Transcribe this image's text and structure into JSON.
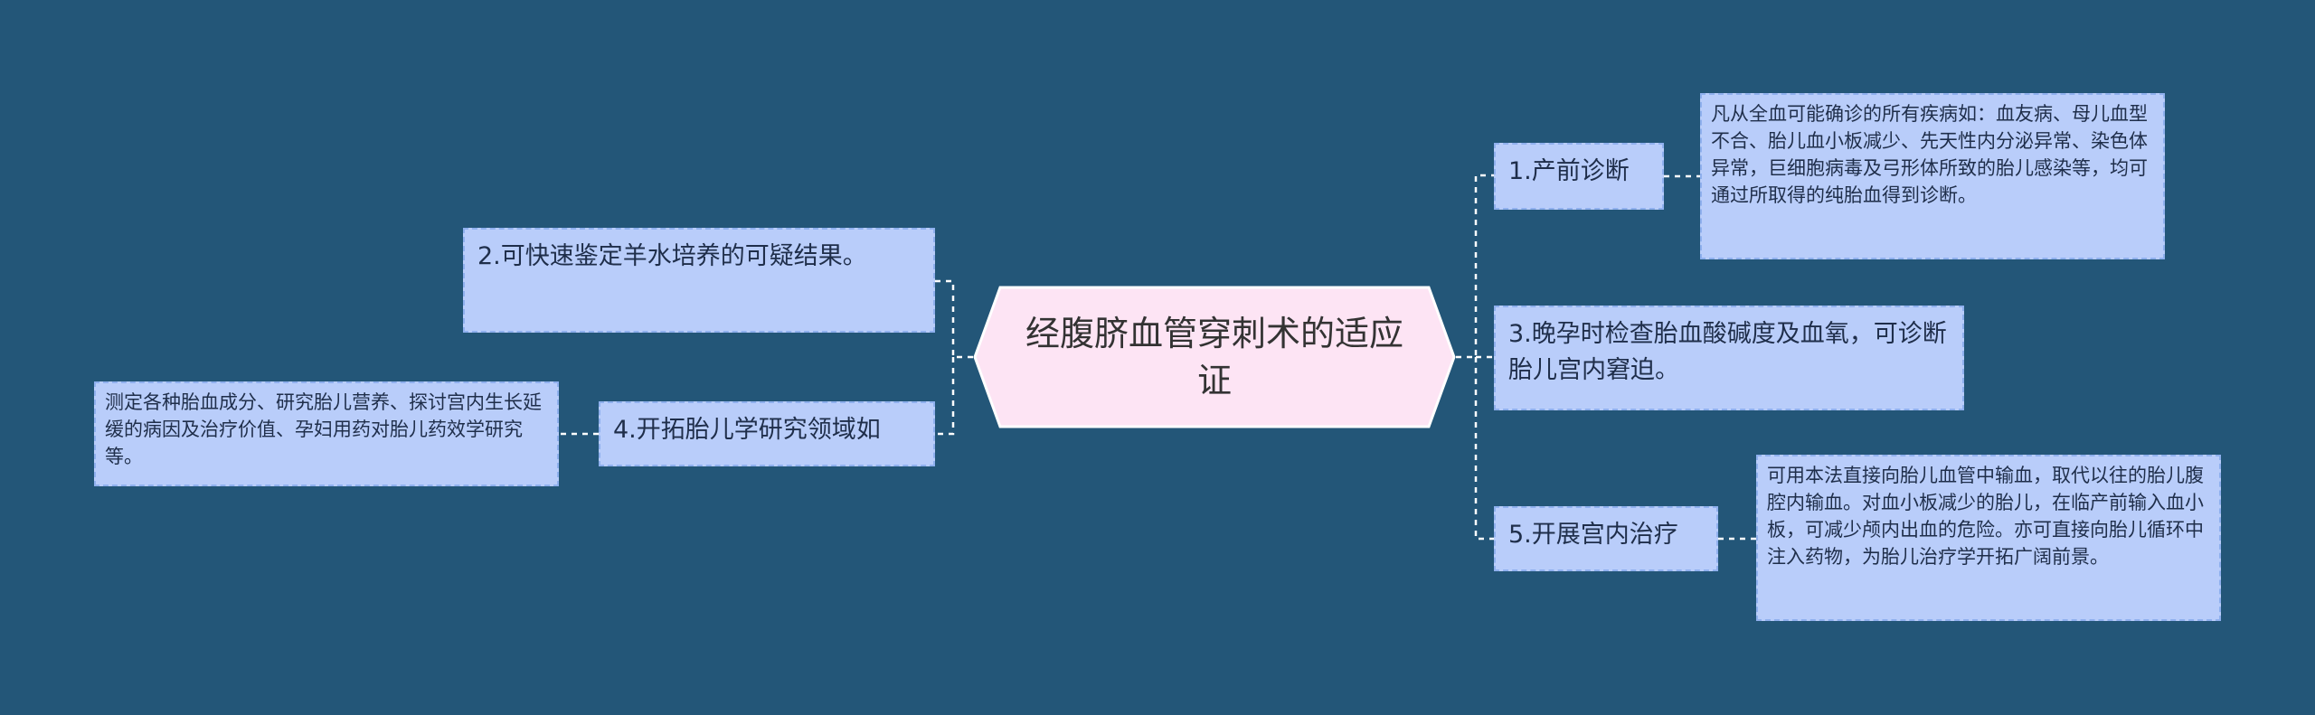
{
  "diagram": {
    "center": "经腹脐血管穿刺术的适应证",
    "branches": {
      "b1": {
        "label": "1.产前诊断",
        "detail": "凡从全血可能确诊的所有疾病如：血友病、母儿血型不合、胎儿血小板减少、先天性内分泌异常、染色体异常，巨细胞病毒及弓形体所致的胎儿感染等，均可通过所取得的纯胎血得到诊断。"
      },
      "b2": {
        "label": "2.可快速鉴定羊水培养的可疑结果。"
      },
      "b3": {
        "label": "3.晚孕时检查胎血酸碱度及血氧，可诊断胎儿宫内窘迫。"
      },
      "b4": {
        "label": "4.开拓胎儿学研究领域如",
        "detail": "测定各种胎血成分、研究胎儿营养、探讨宫内生长延缓的病因及治疗价值、孕妇用药对胎儿药效学研究等。"
      },
      "b5": {
        "label": "5.开展宫内治疗",
        "detail": "可用本法直接向胎儿血管中输血，取代以往的胎儿腹腔内输血。对血小板减少的胎儿，在临产前输入血小板，可减少颅内出血的危险。亦可直接向胎儿循环中注入药物，为胎儿治疗学开拓广阔前景。"
      }
    }
  }
}
